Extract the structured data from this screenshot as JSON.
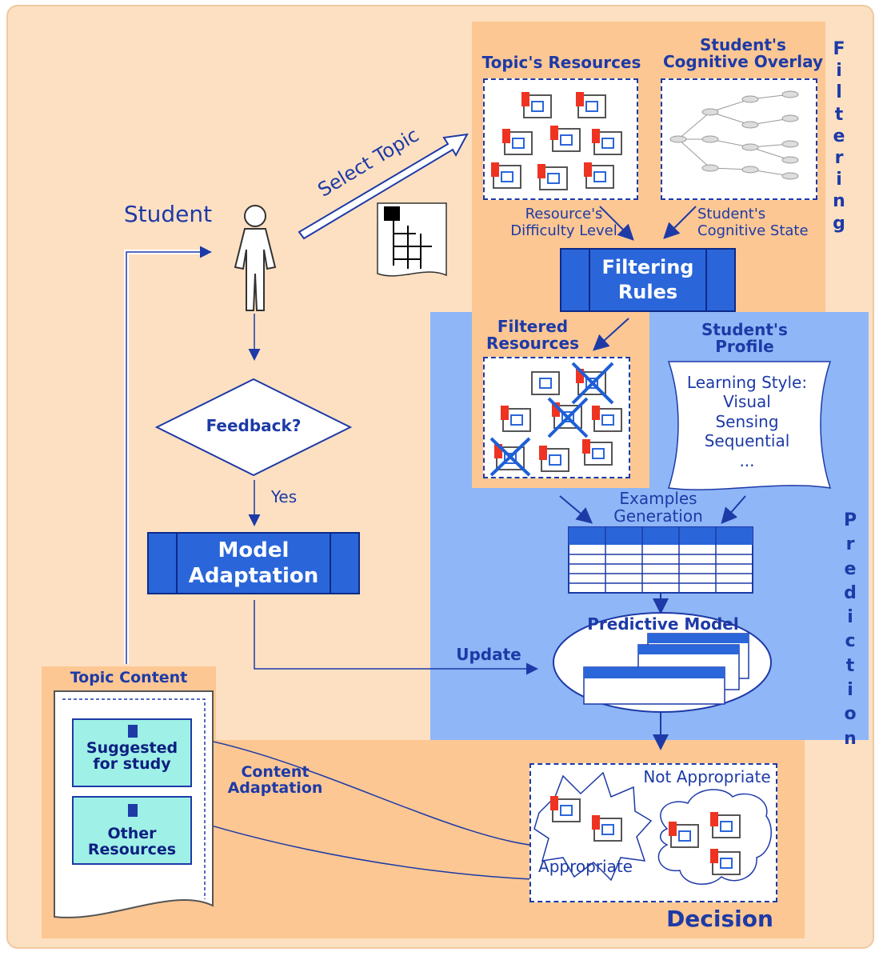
{
  "labels": {
    "student": "Student",
    "select_topic": "Select Topic",
    "topics_resources": "Topic's Resources",
    "cognitive_overlay_line1": "Student's",
    "cognitive_overlay_line2": "Cognitive Overlay",
    "filtering_vertical": "Filtering",
    "resource_difficulty_line1": "Resource's",
    "resource_difficulty_line2": "Difficulty  Level",
    "cognitive_state_line1": "Student's",
    "cognitive_state_line2": "Cognitive State",
    "filtering_rules_line1": "Filtering",
    "filtering_rules_line2": "Rules",
    "filtered_resources_line1": "Filtered",
    "filtered_resources_line2": "Resources",
    "student_profile_line1": "Student's",
    "student_profile_line2": "Profile",
    "learning_style": [
      "Learning Style:",
      "Visual",
      "Sensing",
      "Sequential",
      "..."
    ],
    "feedback": "Feedback?",
    "yes": "Yes",
    "model_adaptation_line1": "Model",
    "model_adaptation_line2": "Adaptation",
    "examples_generation_line1": "Examples",
    "examples_generation_line2": "Generation",
    "prediction_vertical": "Prediction",
    "predictive_model": "Predictive Model",
    "update": "Update",
    "topic_content": "Topic Content",
    "suggested_line1": "Suggested",
    "suggested_line2": "for study",
    "other_line1": "Other",
    "other_line2": "Resources",
    "content_adaptation_line1": "Content",
    "content_adaptation_line2": "Adaptation",
    "not_appropriate": "Not Appropriate",
    "appropriate": "Appropriate",
    "decision": "Decision"
  },
  "colors": {
    "outer_bg": "#fde0c2",
    "region_orange": "#fcc793",
    "region_blue": "#8fb6f6",
    "box_blue": "#2a66d9",
    "text_blue": "#1d3aa7"
  }
}
